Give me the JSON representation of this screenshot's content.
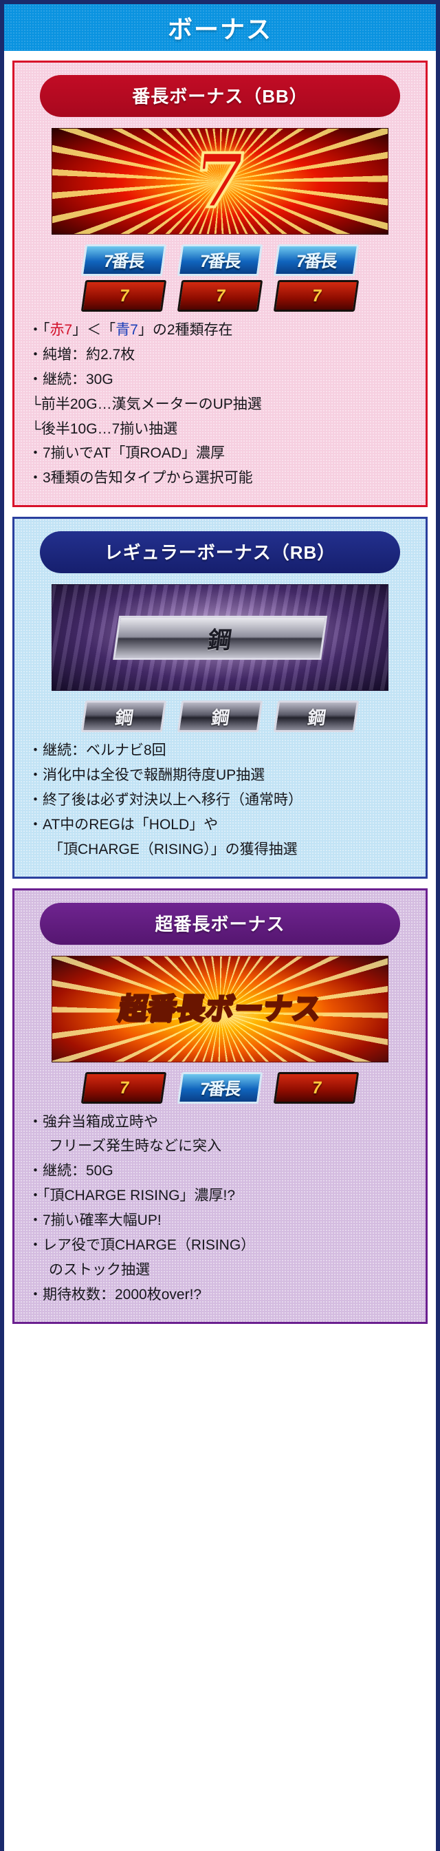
{
  "banner": {
    "title": "ボーナス"
  },
  "sections": [
    {
      "id": "bb",
      "pill_label": "番長ボーナス（BB）",
      "hero": {
        "kind": "fire",
        "glyph": "7"
      },
      "reels": {
        "top": [
          "7番長",
          "7番長",
          "7番長"
        ],
        "bottom": [
          "7",
          "7",
          "7"
        ]
      },
      "notes": [
        {
          "prefix": "・「",
          "red": "赤7",
          "mid": "」＜「",
          "blue": "青7",
          "suffix": "」の2種類存在"
        },
        {
          "text": "・純増：約2.7枚"
        },
        {
          "text": "・継続：30G"
        },
        {
          "text": "└前半20G…漢気メーターのUP抽選"
        },
        {
          "text": "└後半10G…7揃い抽選"
        },
        {
          "text": "・7揃いでAT「頂ROAD」濃厚"
        },
        {
          "text": "・3種類の告知タイプから選択可能"
        }
      ]
    },
    {
      "id": "rb",
      "pill_label": "レギュラーボーナス（RB）",
      "hero": {
        "kind": "purple",
        "glyph": "鋼"
      },
      "reels": {
        "top": [
          "鋼",
          "鋼",
          "鋼"
        ]
      },
      "notes": [
        {
          "text": "・継続：ベルナビ8回"
        },
        {
          "text": "・消化中は全役で報酬期待度UP抽選"
        },
        {
          "text": "・終了後は必ず対決以上へ移行（通常時）"
        },
        {
          "text": "・AT中のREGは「HOLD」や"
        },
        {
          "text": "「頂CHARGE（RISING）」の獲得抽選",
          "indent": true
        }
      ]
    },
    {
      "id": "sbb",
      "pill_label": "超番長ボーナス",
      "hero": {
        "kind": "gold",
        "glyph": "超番長ボーナス"
      },
      "reels": {
        "top": [
          "7",
          "7番長",
          "7"
        ]
      },
      "notes": [
        {
          "text": "・強弁当箱成立時や"
        },
        {
          "text": "フリーズ発生時などに突入",
          "indent": true
        },
        {
          "text": "・継続：50G"
        },
        {
          "text": "・「頂CHARGE RISING」濃厚!?"
        },
        {
          "text": "・7揃い確率大幅UP!"
        },
        {
          "text": "・レア役で頂CHARGE（RISING）"
        },
        {
          "text": "のストック抽選",
          "indent": true
        },
        {
          "text": "・期待枚数：2000枚over!?"
        }
      ]
    }
  ],
  "colors": {
    "banner_blue": "#0a93e0",
    "frame_navy": "#1a2a6c",
    "bb_border": "#d8112a",
    "bb_bg": "#f6cfe0",
    "rb_border": "#2a3f9e",
    "rb_bg": "#c2e3f5",
    "sbb_border": "#6b2090",
    "sbb_bg": "#d4bce0",
    "red_text": "#d3112a",
    "blue_text": "#1a3fb8"
  }
}
